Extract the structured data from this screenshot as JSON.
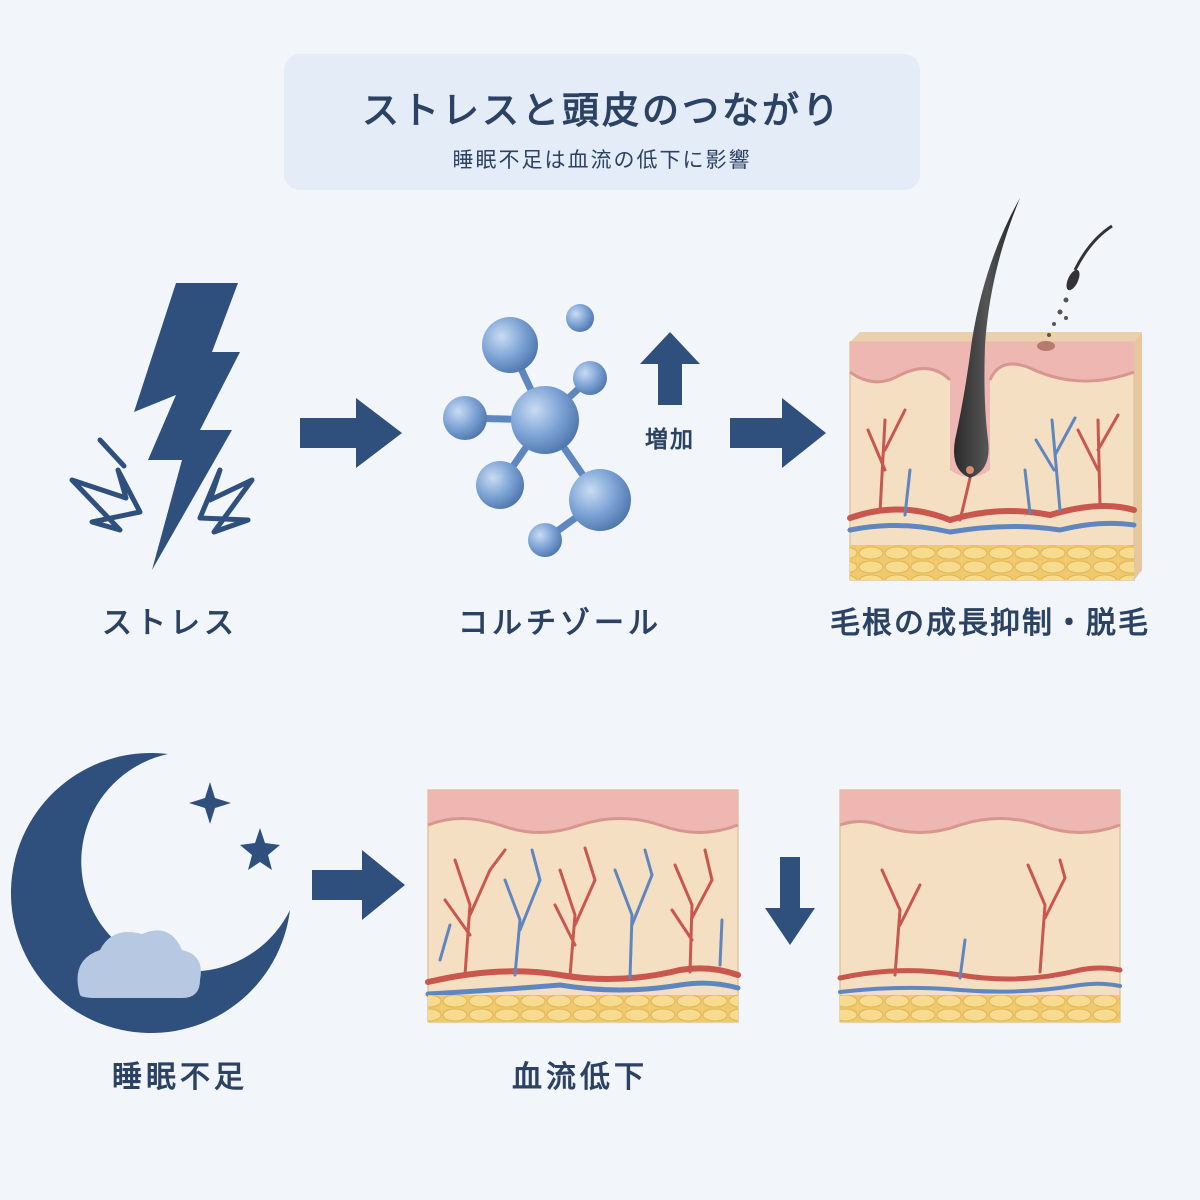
{
  "header": {
    "title": "ストレスと頭皮のつながり",
    "subtitle": "睡眠不足は血流の低下に影響"
  },
  "row1": {
    "stress_label": "ストレス",
    "cortisol_label": "コルチゾール",
    "increase_label": "増加",
    "hair_loss_label": "毛根の成長抑制・脱毛"
  },
  "row2": {
    "sleep_label": "睡眠不足",
    "bloodflow_label": "血流低下"
  },
  "icons": {
    "stress": "lightning-icon",
    "cortisol": "molecule-icon",
    "increase": "up-arrow-icon",
    "hair_loss": "skin-hair-follicle-icon",
    "sleep": "moon-stars-cloud-icon",
    "healthy_skin": "skin-blood-vessels-icon",
    "decrease": "down-arrow-icon",
    "reduced_skin": "skin-sparse-vessels-icon",
    "flow_arrow": "right-arrow-icon"
  },
  "colors": {
    "primary": "#2f4f7c",
    "background": "#f2f6fb",
    "title_box": "#e3ecf7",
    "molecule": "#7ea4d6",
    "skin": "#f4dfc2",
    "epidermis": "#eeb7b1",
    "fat": "#f4d57f",
    "artery": "#c9574d",
    "vein": "#5f86bf"
  }
}
